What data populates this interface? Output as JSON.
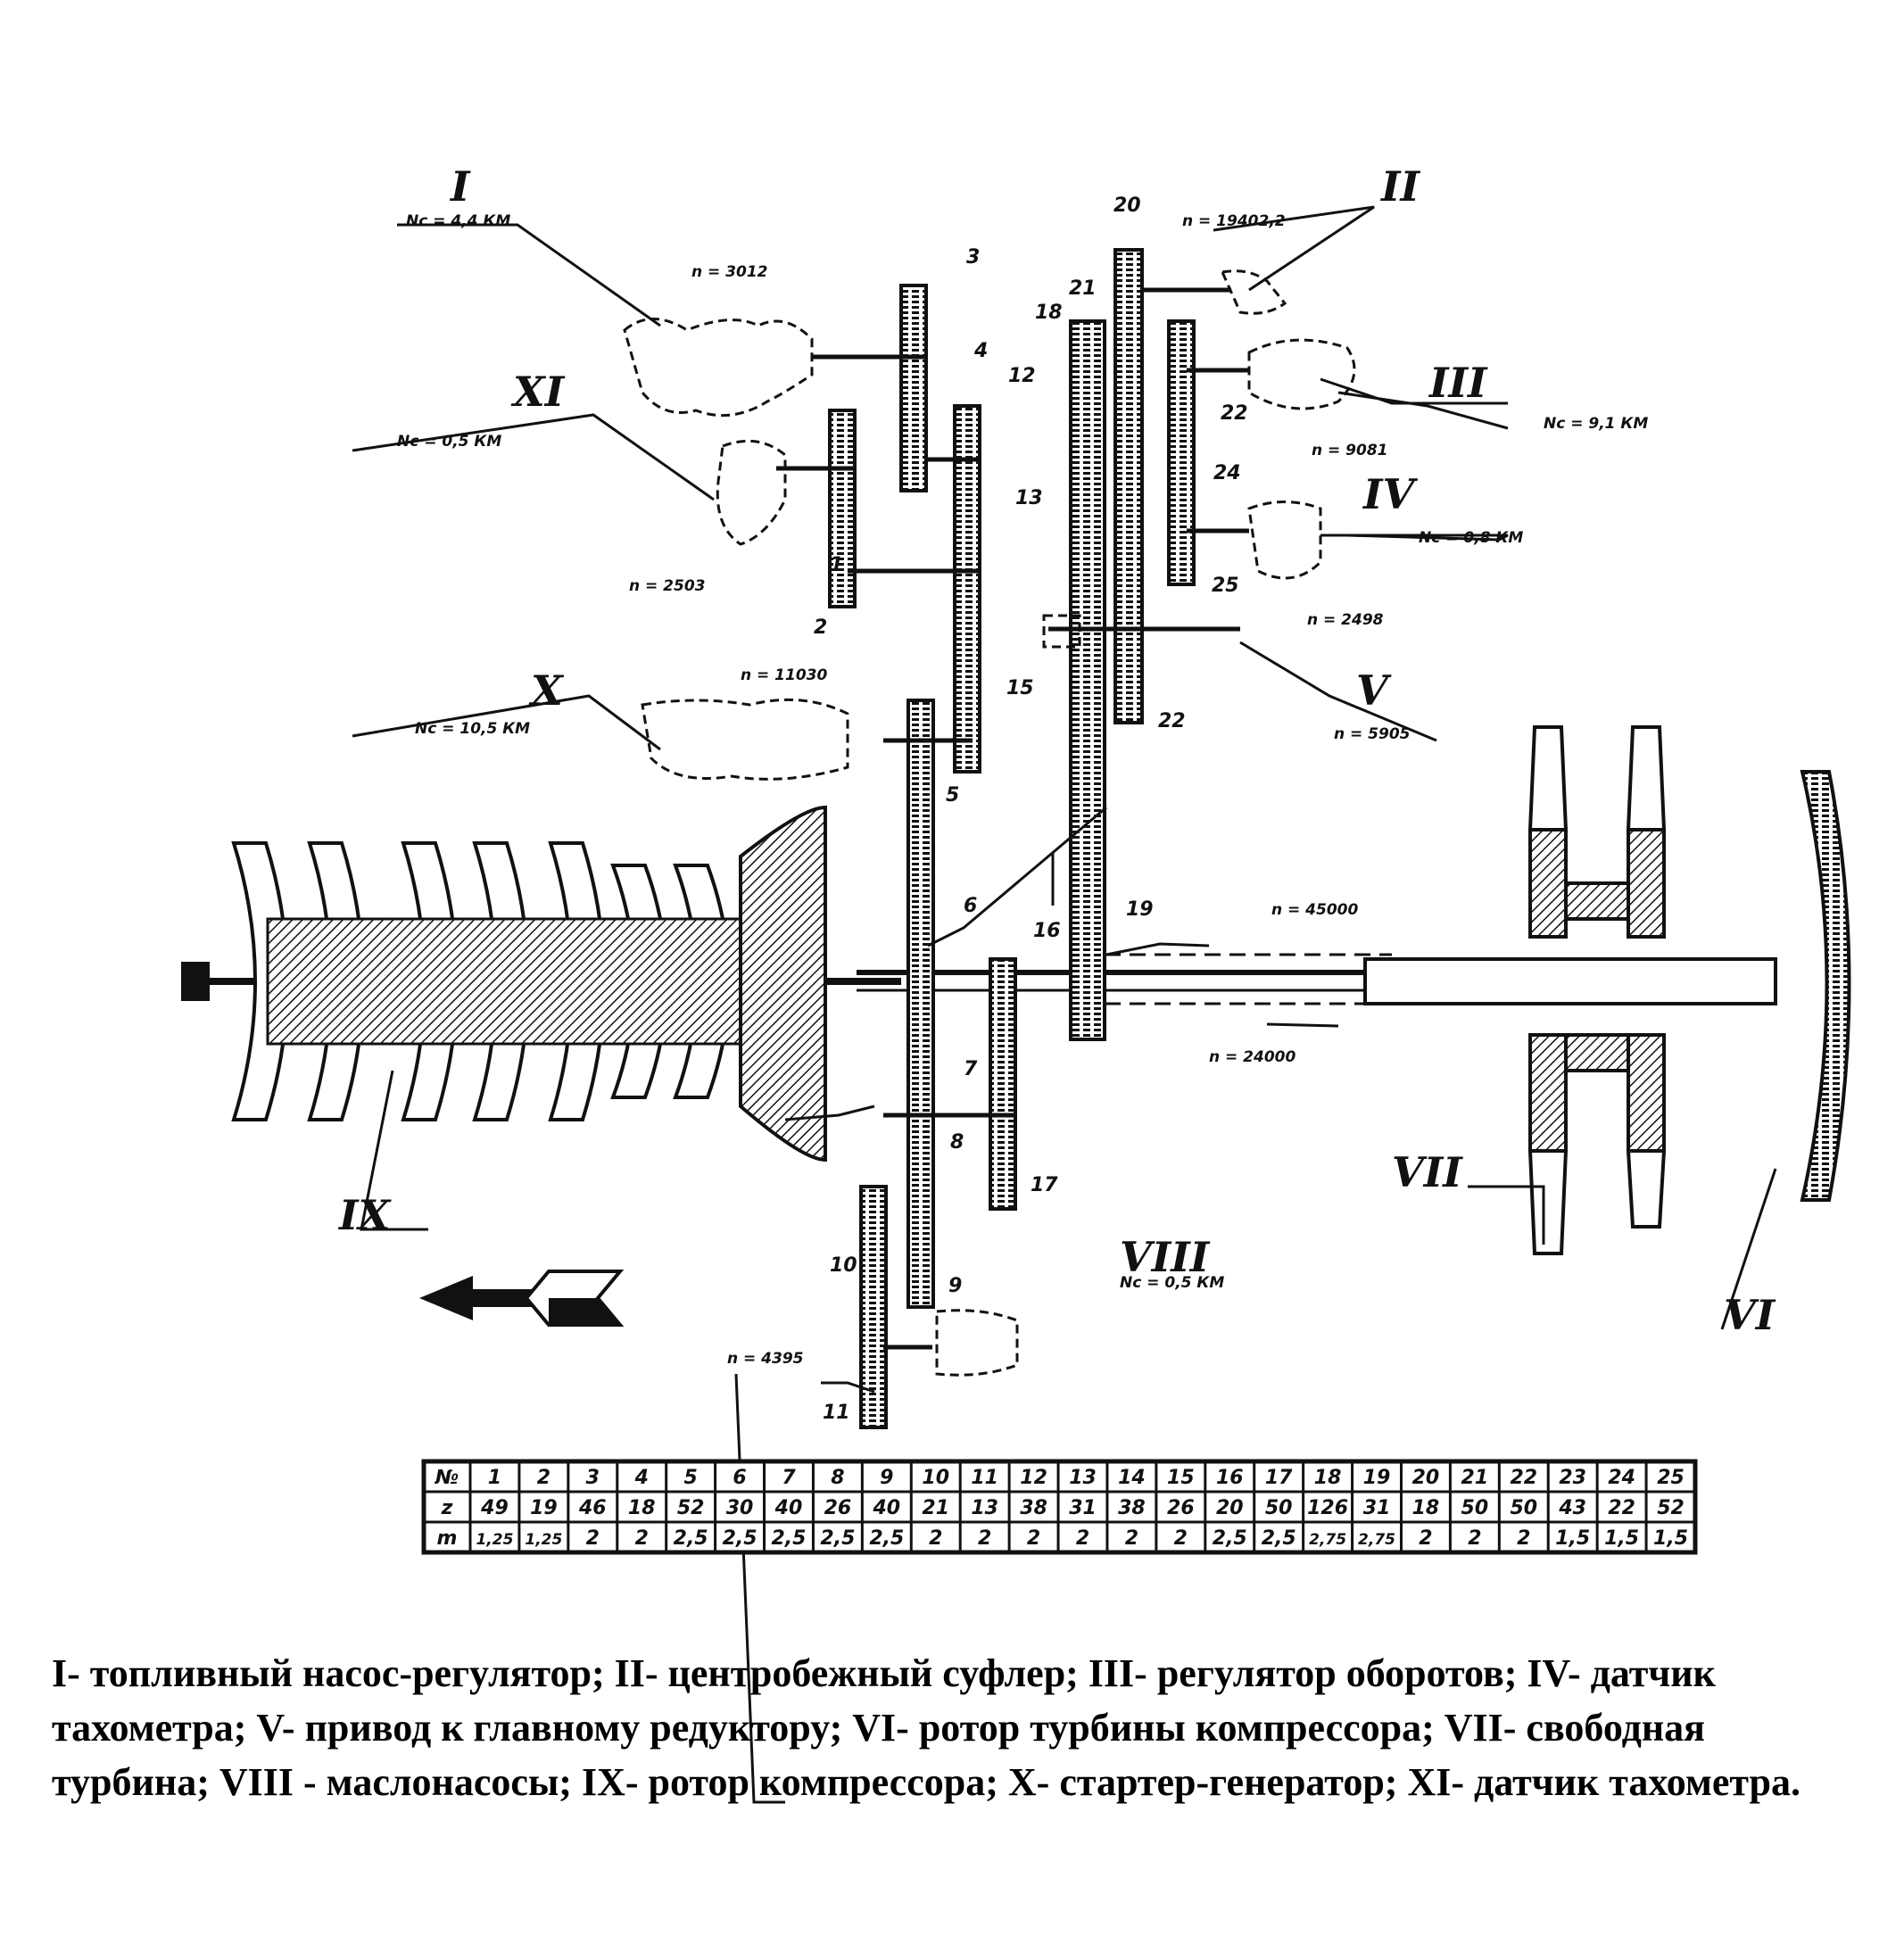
{
  "components": [
    {
      "id": "I",
      "spec": "Nc = 4,4 КМ"
    },
    {
      "id": "II",
      "spec": "n = 19402,2"
    },
    {
      "id": "III",
      "spec": "Nc = 9,1 КМ",
      "speed": "n = 9081"
    },
    {
      "id": "IV",
      "spec": "Nc = 0,8 КМ",
      "speed": "n = 2498"
    },
    {
      "id": "V",
      "spec": "n = 5905"
    },
    {
      "id": "VI"
    },
    {
      "id": "VII"
    },
    {
      "id": "VIII",
      "spec": "Nc = 0,5 КМ"
    },
    {
      "id": "IX"
    },
    {
      "id": "X",
      "spec": "Nc = 10,5 КМ"
    },
    {
      "id": "XI",
      "spec": "Nc = 0,5 КМ",
      "speed": "n = 2503"
    }
  ],
  "shaft_speeds": {
    "fuel_pump": "n = 3012",
    "starter": "n = 11030",
    "free_turbine": "n = 45000",
    "compressor": "n = 24000",
    "oil_pump": "n = 4395"
  },
  "gear_table": {
    "row_labels": [
      "№",
      "z",
      "m"
    ],
    "numbers": [
      "1",
      "2",
      "3",
      "4",
      "5",
      "6",
      "7",
      "8",
      "9",
      "10",
      "11",
      "12",
      "13",
      "14",
      "15",
      "16",
      "17",
      "18",
      "19",
      "20",
      "21",
      "22",
      "23",
      "24",
      "25"
    ],
    "teeth": [
      "49",
      "19",
      "46",
      "18",
      "52",
      "30",
      "40",
      "26",
      "40",
      "21",
      "13",
      "38",
      "31",
      "38",
      "26",
      "20",
      "50",
      "126",
      "31",
      "18",
      "50",
      "50",
      "43",
      "22",
      "52"
    ],
    "modules": [
      "1,25",
      "1,25",
      "2",
      "2",
      "2,5",
      "2,5",
      "2,5",
      "2,5",
      "2,5",
      "2",
      "2",
      "2",
      "2",
      "2",
      "2",
      "2,5",
      "2,5",
      "2,75",
      "2,75",
      "2",
      "2",
      "2",
      "1,5",
      "1,5",
      "1,5"
    ]
  },
  "legend": [
    {
      "num": "I",
      "text": "- топливный насос-регулятор; "
    },
    {
      "num": "II",
      "text": "- центробежный суфлер; "
    },
    {
      "num": "III",
      "text": "- регулятор оборотов; "
    },
    {
      "num": "IV",
      "text": "- датчик тахометра; "
    },
    {
      "num": "V",
      "text": "- привод к главному редуктору; "
    },
    {
      "num": "VI",
      "text": "- ротор турбины компрессора; "
    },
    {
      "num": "VII",
      "text": "- свободная турбина; "
    },
    {
      "num": "VIII",
      "text": " - маслонасосы; "
    },
    {
      "num": "IX",
      "text": "- ротор компрессора; "
    },
    {
      "num": "X",
      "text": "- стартер-генератор; "
    },
    {
      "num": "XI",
      "text": "- датчик тахометра."
    }
  ]
}
